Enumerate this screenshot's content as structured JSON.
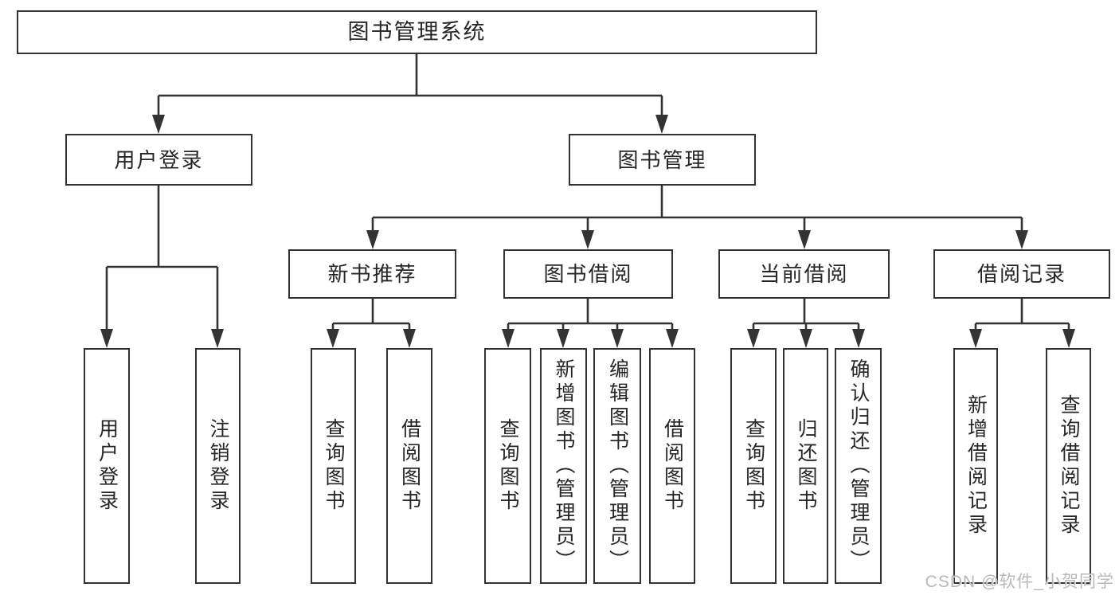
{
  "tree": {
    "root": "图书管理系统",
    "children": [
      {
        "label": "用户登录",
        "children": [
          {
            "label": "用户登录"
          },
          {
            "label": "注销登录"
          }
        ]
      },
      {
        "label": "图书管理",
        "children": [
          {
            "label": "新书推荐",
            "children": [
              {
                "label": "查询图书"
              },
              {
                "label": "借阅图书"
              }
            ]
          },
          {
            "label": "图书借阅",
            "children": [
              {
                "label": "查询图书"
              },
              {
                "label": "新增图书（管理员）"
              },
              {
                "label": "编辑图书（管理员）"
              },
              {
                "label": "借阅图书"
              }
            ]
          },
          {
            "label": "当前借阅",
            "children": [
              {
                "label": "查询图书"
              },
              {
                "label": "归还图书"
              },
              {
                "label": "确认归还（管理员）"
              }
            ]
          },
          {
            "label": "借阅记录",
            "children": [
              {
                "label": "新增借阅记录"
              },
              {
                "label": "查询借阅记录"
              }
            ]
          }
        ]
      }
    ]
  },
  "watermark": "CSDN @软件_小贺同学",
  "colors": {
    "line": "#333333",
    "box-border": "#333333",
    "text": "#262626",
    "watermark": "#b9b9b9",
    "background": "#ffffff"
  }
}
